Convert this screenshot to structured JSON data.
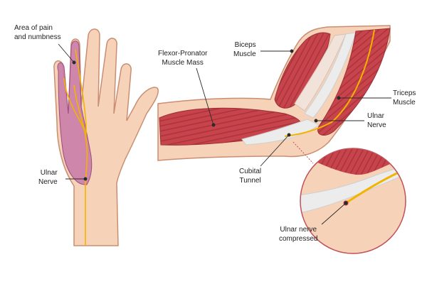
{
  "labels": {
    "pain_area": [
      "Area of pain",
      "and numbness"
    ],
    "ulnar_nerve_hand": [
      "Ulnar",
      "Nerve"
    ],
    "flexor_pronator": [
      "Flexor-Pronator",
      "Muscle Mass"
    ],
    "biceps": [
      "Biceps",
      "Muscle"
    ],
    "triceps": [
      "Triceps",
      "Muscle"
    ],
    "ulnar_nerve_arm": [
      "Ulnar",
      "Nerve"
    ],
    "cubital_tunnel": [
      "Cubital",
      "Tunnel"
    ],
    "ulnar_compressed": [
      "Ulnar nerve",
      "compressed"
    ]
  },
  "colors": {
    "skin": "#f6d2b8",
    "skin_outline": "#c98e72",
    "numb_area": "#c77aa8",
    "muscle": "#c8444c",
    "muscle_dark": "#a8323a",
    "tendon": "#f1e3da",
    "bone": "#ececec",
    "nerve": "#f2b400",
    "inset_ring": "#c0505a",
    "leader": "#2a2a2a"
  }
}
